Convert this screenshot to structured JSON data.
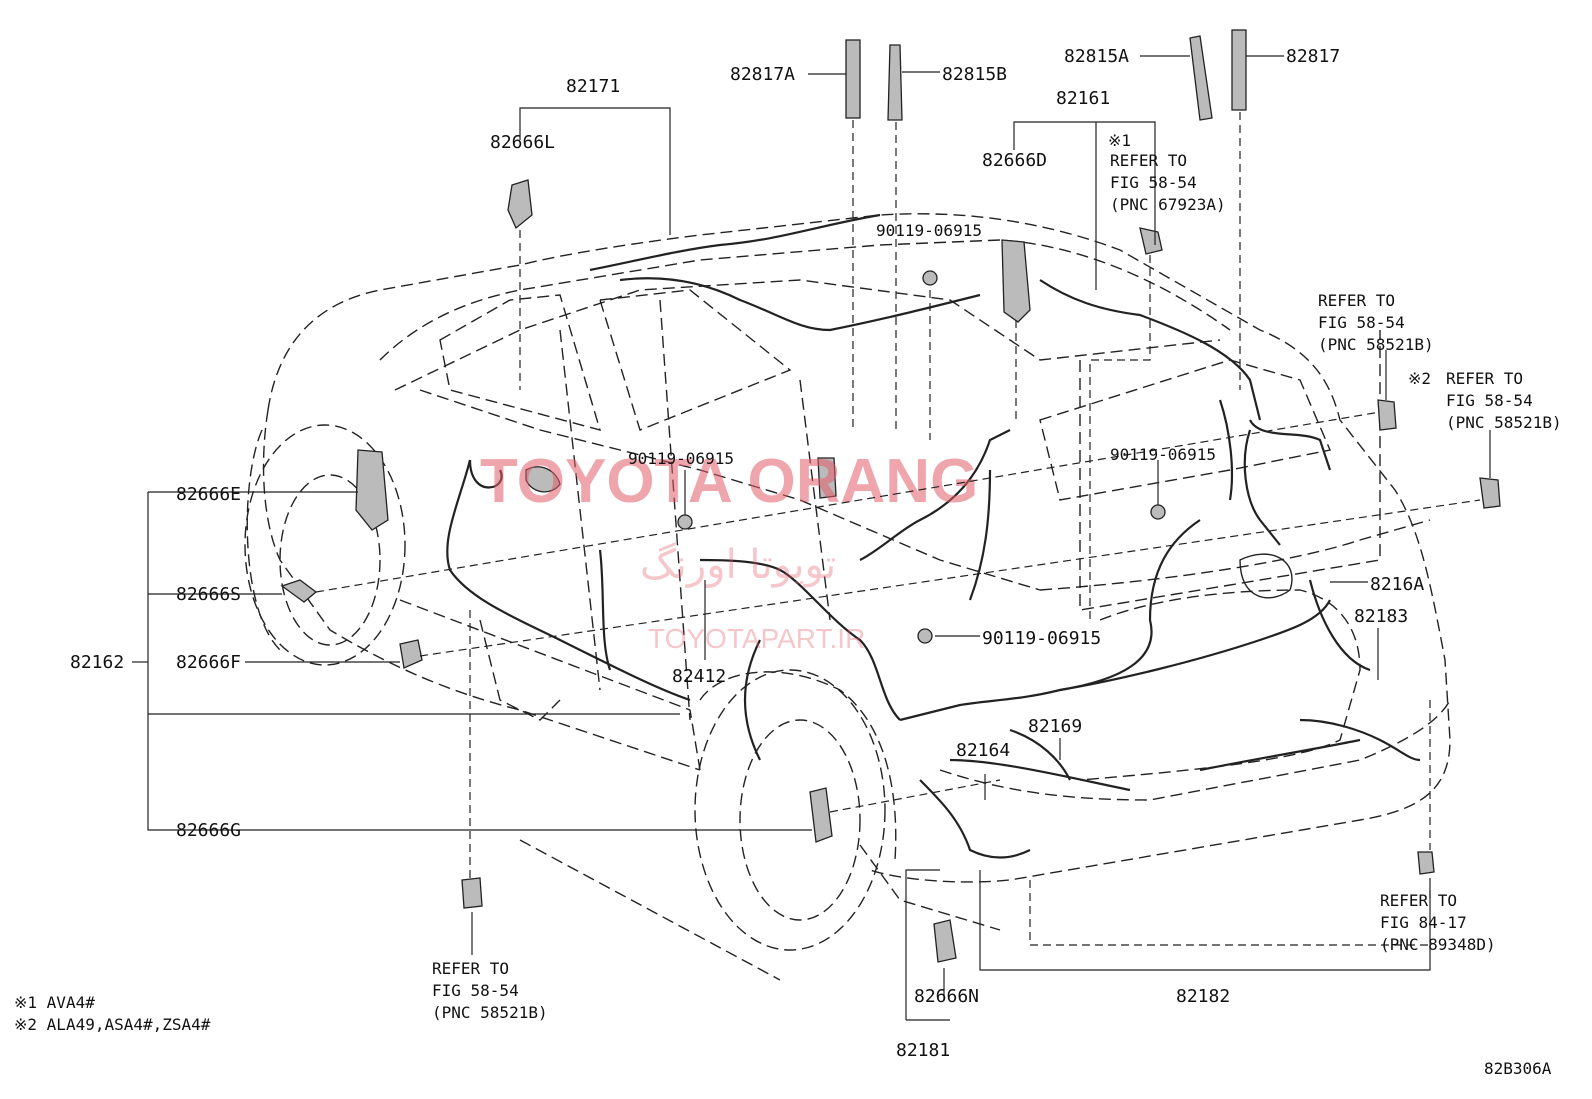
{
  "labels": {
    "p82171": "82171",
    "p82666L": "82666L",
    "p82817A": "82817A",
    "p82815B": "82815B",
    "p82815A": "82815A",
    "p82817": "82817",
    "p82161": "82161",
    "p82666D": "82666D",
    "bolt1": "90119-06915",
    "bolt2": "90119-06915",
    "bolt3": "90119-06915",
    "bolt4": "90119-06915",
    "p82666E": "82666E",
    "p82666S": "82666S",
    "p82162": "82162",
    "p82666F": "82666F",
    "p82412": "82412",
    "p82216A": "8216A",
    "p82183": "82183",
    "p82169": "82169",
    "p82164": "82164",
    "p82666G": "82666G",
    "p82666N": "82666N",
    "p82181": "82181",
    "p82182": "82182"
  },
  "refs": {
    "top_mark": "※1",
    "top": [
      "REFER TO",
      "FIG 58-54",
      "(PNC 67923A)"
    ],
    "right1": [
      "REFER TO",
      "FIG 58-54",
      "(PNC 58521B)"
    ],
    "right2_mark": "※2",
    "right2": [
      "REFER TO",
      "FIG 58-54",
      "(PNC 58521B)"
    ],
    "bottom_left": [
      "REFER TO",
      "FIG 58-54",
      "(PNC 58521B)"
    ],
    "bottom_right": [
      "REFER TO",
      "FIG 84-17",
      "(PNC 89348D)"
    ]
  },
  "footnotes": [
    "※1 AVA4#",
    "※2 ALA49,ASA4#,ZSA4#"
  ],
  "figure_code": "82B306A",
  "watermark": {
    "main": "TOYOTA ORANG",
    "persian": "تویوتا اورنگ",
    "site": "TOYOTAPART.IR"
  }
}
